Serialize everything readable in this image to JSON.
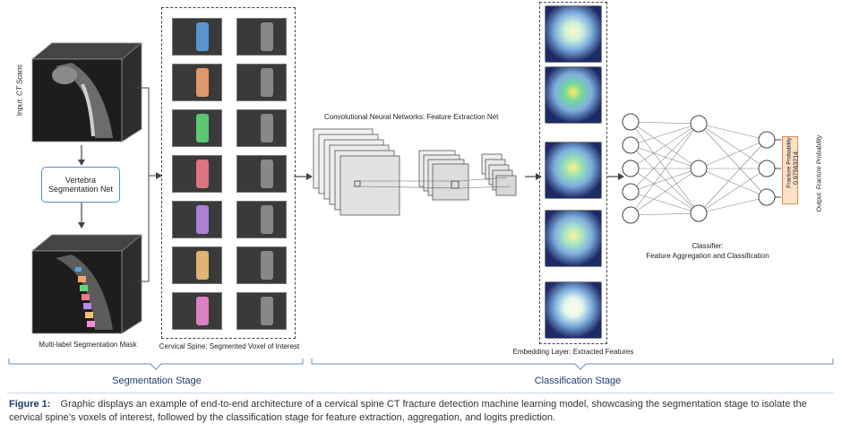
{
  "input_label_prefix": "Input:",
  "input_label_value": "CT Scans",
  "vertebra_net_label": "Vertebra Segmentation Net",
  "mask_label": "Multi-label Segmentation Mask",
  "voi_label": "Cervical Spine: Segmented Voxel of Interest",
  "cnn_label": "Convolutional Neural Networks: Feature Extraction Net",
  "embedding_label": "Embedding Layer: Extracted Features",
  "classifier_title": "Classifier:",
  "classifier_subtitle": "Feature Aggregation and Classification",
  "fracture_prob_label": "Fracture Probability",
  "fracture_prob_value": "0.97563214",
  "output_label_prefix": "Output:",
  "output_label_value": "Fracture Probability",
  "segmentation_stage": "Segmentation Stage",
  "classification_stage": "Classification Stage",
  "figure_label": "Figure 1:",
  "caption_text": "Graphic displays an example of end-to-end architecture of a cervical spine CT fracture detection machine learning model, showcasing the segmentation stage to isolate the cervical spine’s voxels of interest, followed by the classification stage for feature extraction, aggregation, and logits prediction.",
  "colors": {
    "stage_blue": "#1f3b6e",
    "box_border": "#5b8fc2",
    "prob_fill": "#fbe0c8",
    "prob_border": "#e08a4a",
    "mri_bg": "#20306a",
    "mask_colors": [
      "#5aa0e0",
      "#f3a36b",
      "#62d67a",
      "#f07a8a",
      "#b98ae8",
      "#f3c07a",
      "#f08ad6"
    ]
  }
}
